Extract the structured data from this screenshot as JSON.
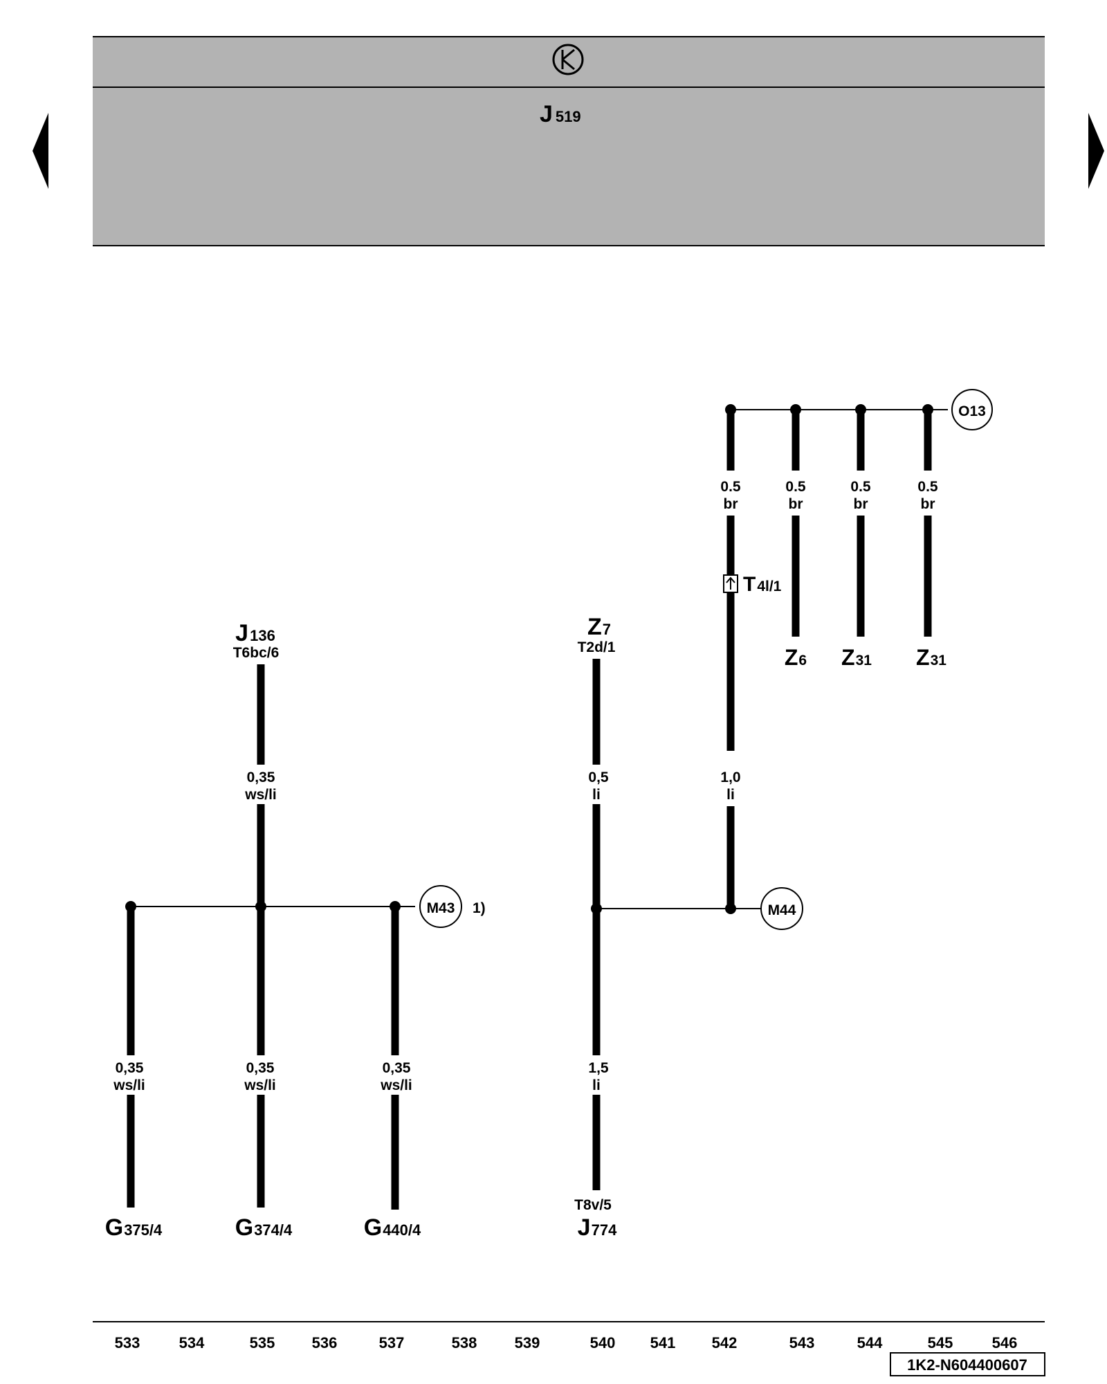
{
  "header": {
    "symbol": "ground-symbol",
    "component_main": "J",
    "component_sub": "519"
  },
  "navigation": {
    "prev_icon": "triangle-left-icon",
    "next_icon": "triangle-right-icon"
  },
  "wires": {
    "j136": {
      "main": "J",
      "sub": "136",
      "pin": "T6bc/6",
      "size": "0,35",
      "color": "ws/li"
    },
    "z7": {
      "main": "Z",
      "sub": "7",
      "pin": "T2d/1",
      "size": "0,5",
      "color": "li"
    },
    "z_feed": {
      "size": "1,0",
      "color": "li",
      "conn_main": "T",
      "conn_sub": "4l/1"
    },
    "o13_branches": [
      {
        "size": "0.5",
        "color": "br"
      },
      {
        "size": "0.5",
        "color": "br",
        "main": "Z",
        "sub": "6"
      },
      {
        "size": "0.5",
        "color": "br",
        "main": "Z",
        "sub": "31"
      },
      {
        "size": "0.5",
        "color": "br",
        "main": "Z",
        "sub": "31"
      }
    ],
    "g_branches": [
      {
        "size": "0,35",
        "color": "ws/li",
        "main": "G",
        "sub": "375/4"
      },
      {
        "size": "0,35",
        "color": "ws/li",
        "main": "G",
        "sub": "374/4"
      },
      {
        "size": "0,35",
        "color": "ws/li",
        "main": "G",
        "sub": "440/4"
      }
    ],
    "j774": {
      "size": "1,5",
      "color": "li",
      "pin": "T8v/5",
      "main": "J",
      "sub": "774"
    }
  },
  "nodes": {
    "o13": "O13",
    "m43": "M43",
    "m43_note": "1)",
    "m44": "M44"
  },
  "footer": {
    "numbers": [
      "533",
      "534",
      "535",
      "536",
      "537",
      "538",
      "539",
      "540",
      "541",
      "542",
      "543",
      "544",
      "545",
      "546"
    ],
    "code": "1K2-N604400607"
  }
}
